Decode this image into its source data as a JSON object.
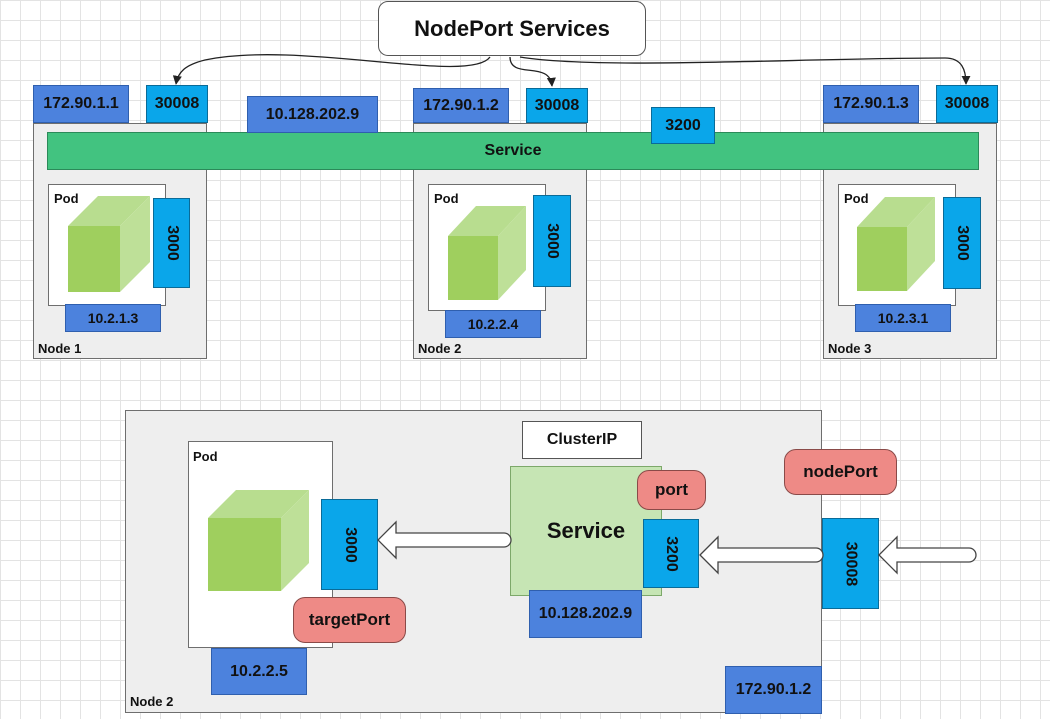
{
  "title": "NodePort Services",
  "top": {
    "service_label": "Service",
    "cluster_ip": "10.128.202.9",
    "service_port": "3200",
    "nodes": [
      {
        "label": "Node 1",
        "ip": "172.90.1.1",
        "node_port": "30008",
        "pod_label": "Pod",
        "pod_port": "3000",
        "pod_ip": "10.2.1.3"
      },
      {
        "label": "Node 2",
        "ip": "172.90.1.2",
        "node_port": "30008",
        "pod_label": "Pod",
        "pod_port": "3000",
        "pod_ip": "10.2.2.4"
      },
      {
        "label": "Node 3",
        "ip": "172.90.1.3",
        "node_port": "30008",
        "pod_label": "Pod",
        "pod_port": "3000",
        "pod_ip": "10.2.3.1"
      }
    ]
  },
  "bottom": {
    "node_label": "Node 2",
    "node_ip": "172.90.1.2",
    "pod_label": "Pod",
    "pod_port": "3000",
    "pod_ip": "10.2.2.5",
    "target_port_label": "targetPort",
    "cluster_ip_label": "ClusterIP",
    "service_label": "Service",
    "port_label": "port",
    "service_port": "3200",
    "service_ip": "10.128.202.9",
    "node_port_label": "nodePort",
    "node_port": "30008"
  },
  "colors": {
    "ip_box": "#4c82dd",
    "port_box": "#0aa6ea",
    "service_bar": "#42c380",
    "service_box": "#c6e5b4",
    "cube": "#9fcf5e",
    "callout": "#ee8a86"
  },
  "icons": [
    "cube-icon",
    "hollow-arrow-icon",
    "curved-arrow-icon"
  ]
}
